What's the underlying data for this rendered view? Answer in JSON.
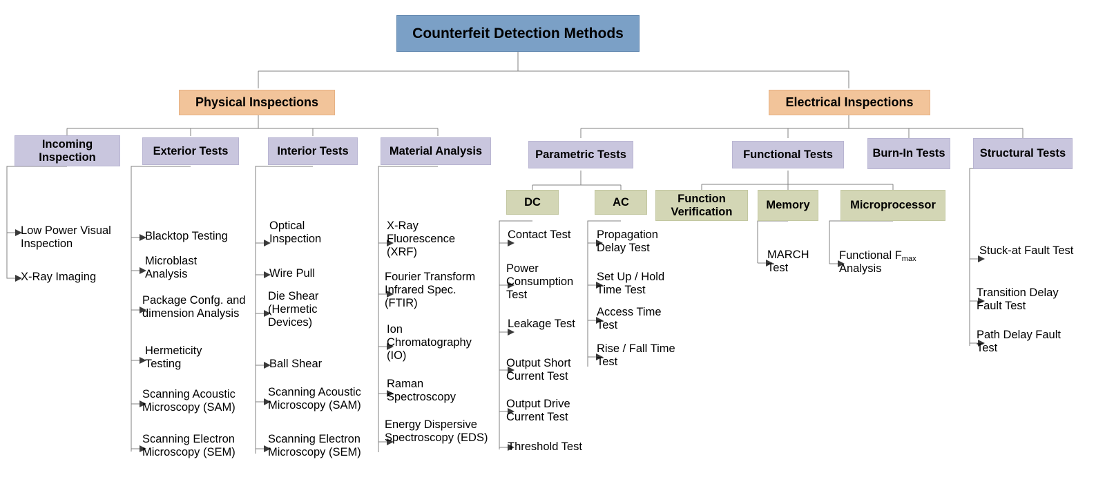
{
  "diagram": {
    "title": "Counterfeit Detection Methods",
    "type": "hierarchy-tree",
    "colors": {
      "root": "#7ba0c6",
      "level2": "#f2c49a",
      "level3": "#c9c6de",
      "level4": "#d3d6b5",
      "connector": "#808080",
      "text": "#000000",
      "background": "#ffffff"
    },
    "root": {
      "label": "Counterfeit Detection Methods"
    },
    "level2": {
      "physical": {
        "label": "Physical Inspections"
      },
      "electrical": {
        "label": "Electrical Inspections"
      }
    },
    "level3": {
      "incoming_inspection": {
        "label": "Incoming Inspection"
      },
      "exterior_tests": {
        "label": "Exterior Tests"
      },
      "interior_tests": {
        "label": "Interior Tests"
      },
      "material_analysis": {
        "label": "Material Analysis"
      },
      "parametric_tests": {
        "label": "Parametric Tests"
      },
      "functional_tests": {
        "label": "Functional Tests"
      },
      "burn_in_tests": {
        "label": "Burn-In Tests"
      },
      "structural_tests": {
        "label": "Structural Tests"
      }
    },
    "level4": {
      "dc": {
        "label": "DC"
      },
      "ac": {
        "label": "AC"
      },
      "function_verification": {
        "label": "Function Verification"
      },
      "memory": {
        "label": "Memory"
      },
      "microprocessor": {
        "label": "Microprocessor"
      }
    },
    "leaves": {
      "incoming_inspection": [
        "Low Power Visual Inspection",
        "X-Ray Imaging"
      ],
      "exterior_tests": [
        "Blacktop Testing",
        "Microblast Analysis",
        "Package Confg. and dimension Analysis",
        "Hermeticity Testing",
        "Scanning Acoustic Microscopy (SAM)",
        "Scanning Electron Microscopy (SEM)"
      ],
      "interior_tests": [
        "Optical Inspection",
        "Wire Pull",
        "Die Shear (Hermetic Devices)",
        "Ball Shear",
        "Scanning Acoustic Microscopy (SAM)",
        "Scanning Electron Microscopy (SEM)"
      ],
      "material_analysis": [
        "X-Ray Fluorescence (XRF)",
        "Fourier Transform Infrared Spec. (FTIR)",
        "Ion Chromatography (IO)",
        "Raman Spectroscopy",
        "Energy Dispersive Spectroscopy (EDS)"
      ],
      "dc": [
        "Contact Test",
        "Power Consumption Test",
        "Leakage Test",
        "Output Short Current Test",
        "Output Drive Current Test",
        "Threshold Test"
      ],
      "ac": [
        "Propagation Delay Test",
        "Set Up / Hold Time Test",
        "Access Time Test",
        "Rise / Fall Time Test"
      ],
      "memory": [
        "MARCH Test"
      ],
      "microprocessor": [
        "Functional Fmax Analysis"
      ],
      "structural_tests": [
        "Stuck-at Fault Test",
        "Transition Delay Fault Test",
        "Path Delay Fault Test"
      ]
    }
  }
}
